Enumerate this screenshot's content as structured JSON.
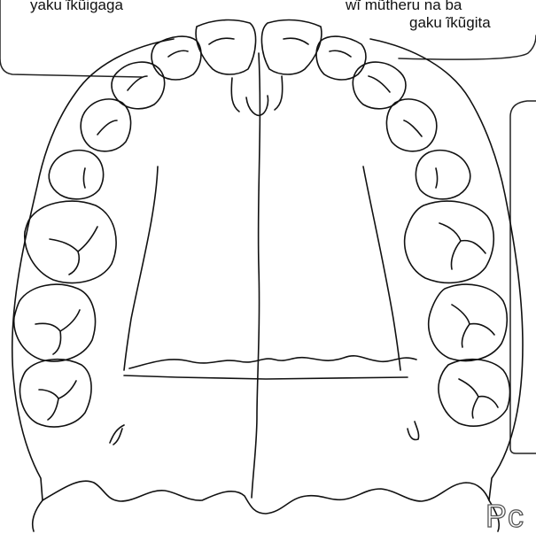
{
  "captions": {
    "left": "yaku ĩkũigaga",
    "right_line1": "wĩ mũtheru na ba",
    "right_line2": "gaku ĩkũgita"
  },
  "corner_text": "Pc",
  "colors": {
    "line": "#111111",
    "box_stroke": "#222222",
    "corner_text_stroke": "#555555"
  }
}
